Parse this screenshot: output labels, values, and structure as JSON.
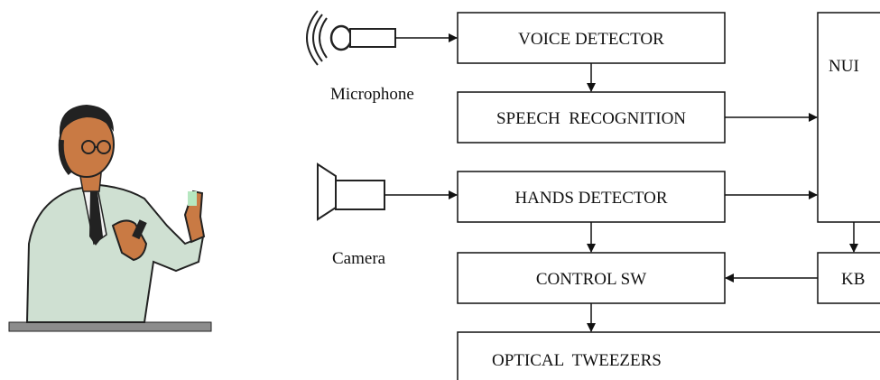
{
  "diagram": {
    "boxes": {
      "voice_detector": "VOICE DETECTOR",
      "speech_recognition": "SPEECH  RECOGNITION",
      "hands_detector": "HANDS DETECTOR",
      "control_sw": "CONTROL SW",
      "optical_tweezers": "OPTICAL  TWEEZERS",
      "nui": "NUI",
      "kb": "KB"
    },
    "devices": {
      "microphone": "Microphone",
      "camera": "Camera"
    },
    "colors": {
      "line": "#111111",
      "box_fill": "#ffffff",
      "person_skin": "#c97a44",
      "person_jacket": "#cfe0d2",
      "person_tie": "#222222",
      "desk": "#8c8c8c"
    },
    "icons": [
      "person-at-desk-icon",
      "microphone-icon",
      "camera-icon"
    ]
  }
}
